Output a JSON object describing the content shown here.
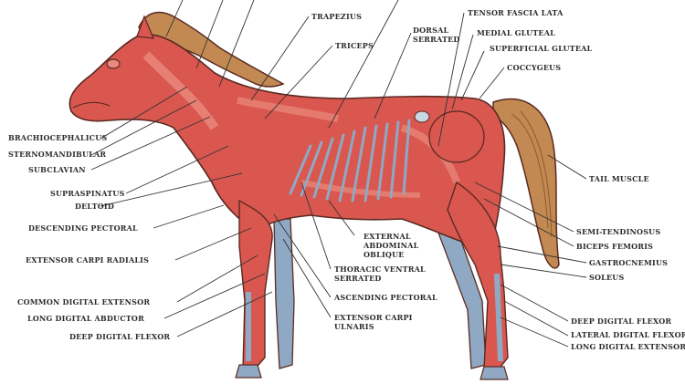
{
  "labels": {
    "trapezius": "TRAPEZIUS",
    "triceps": "TRICEPS",
    "dorsal_serrated": [
      "DORSAL",
      "SERRATED"
    ],
    "tensor_fascia_lata": "TENSOR FASCIA LATA",
    "medial_gluteal": "MEDIAL GLUTEAL",
    "superficial_gluteal": "SUPERFICIAL GLUTEAL",
    "coccygeus": "COCCYGEUS",
    "brachiocephalicus": "BRACHIOCEPHALICUS",
    "sternomandibular": "STERNOMANDIBULAR",
    "subclavian": "SUBCLAVIAN",
    "supraspinatus": "SUPRASPINATUS",
    "deltoid": "DELTOID",
    "descending_pectoral": "DESCENDING PECTORAL",
    "external_abdominal_oblique": [
      "EXTERNAL",
      "ABDOMINAL",
      "OBLIQUE"
    ],
    "tail_muscle": "TAIL MUSCLE",
    "semi_tendinosus": "SEMI-TENDINOSUS",
    "biceps_femoris": "BICEPS FEMORIS",
    "gastrocnemius": "GASTROCNEMIUS",
    "soleus": "SOLEUS",
    "thoracic_ventral_serrated": [
      "THORACIC VENTRAL",
      "SERRATED"
    ],
    "extensor_carpi_radialis": "EXTENSOR CARPI RADIALIS",
    "common_digital_extensor": "COMMON DIGITAL EXTENSOR",
    "ascending_pectoral": "ASCENDING PECTORAL",
    "long_digital_abductor": "LONG DIGITAL ABDUCTOR",
    "extensor_carpi_ulnaris": [
      "EXTENSOR CARPI",
      "ULNARIS"
    ],
    "deep_digital_flexor_left": "DEEP DIGITAL FLEXOR",
    "deep_digital_flexor_right": "DEEP DIGITAL FLEXOR",
    "lateral_digital_flexor": "LATERAL DIGITAL FLEXOR",
    "long_digital_extensor": "LONG DIGITAL EXTENSOR"
  },
  "colors": {
    "muscle": "#d9574f",
    "muscle_light": "#ea8a7e",
    "muscle_dark": "#b43d39",
    "tendon": "#8fa9c4",
    "tendon_light": "#c9d6e3",
    "mane": "#c28a52",
    "outline": "#5a2a22",
    "leader_line": "#333333"
  }
}
